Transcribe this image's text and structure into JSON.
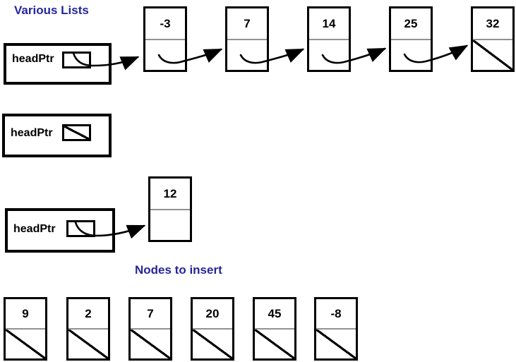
{
  "titles": {
    "main": "Various Lists",
    "insert": "Nodes to insert"
  },
  "colors": {
    "title_navy": "#26269a",
    "line_black": "#000000",
    "divider_gray": "#919191"
  },
  "lists": [
    {
      "pointer_label": "headPtr",
      "pointer_state": "points-to-first-node",
      "nodes": [
        {
          "value": "-3",
          "next": "arrow-to-next"
        },
        {
          "value": "7",
          "next": "arrow-to-next"
        },
        {
          "value": "14",
          "next": "arrow-to-next"
        },
        {
          "value": "25",
          "next": "arrow-to-next"
        },
        {
          "value": "32",
          "next": "null-slash"
        }
      ]
    },
    {
      "pointer_label": "headPtr",
      "pointer_state": "null-slash",
      "nodes": []
    },
    {
      "pointer_label": "headPtr",
      "pointer_state": "points-to-first-node",
      "nodes": [
        {
          "value": "12",
          "next": "empty"
        }
      ]
    }
  ],
  "insert_nodes": [
    {
      "value": "9",
      "next": "null-slash"
    },
    {
      "value": "2",
      "next": "null-slash"
    },
    {
      "value": "7",
      "next": "null-slash"
    },
    {
      "value": "20",
      "next": "null-slash"
    },
    {
      "value": "45",
      "next": "null-slash"
    },
    {
      "value": "-8",
      "next": "null-slash"
    }
  ]
}
